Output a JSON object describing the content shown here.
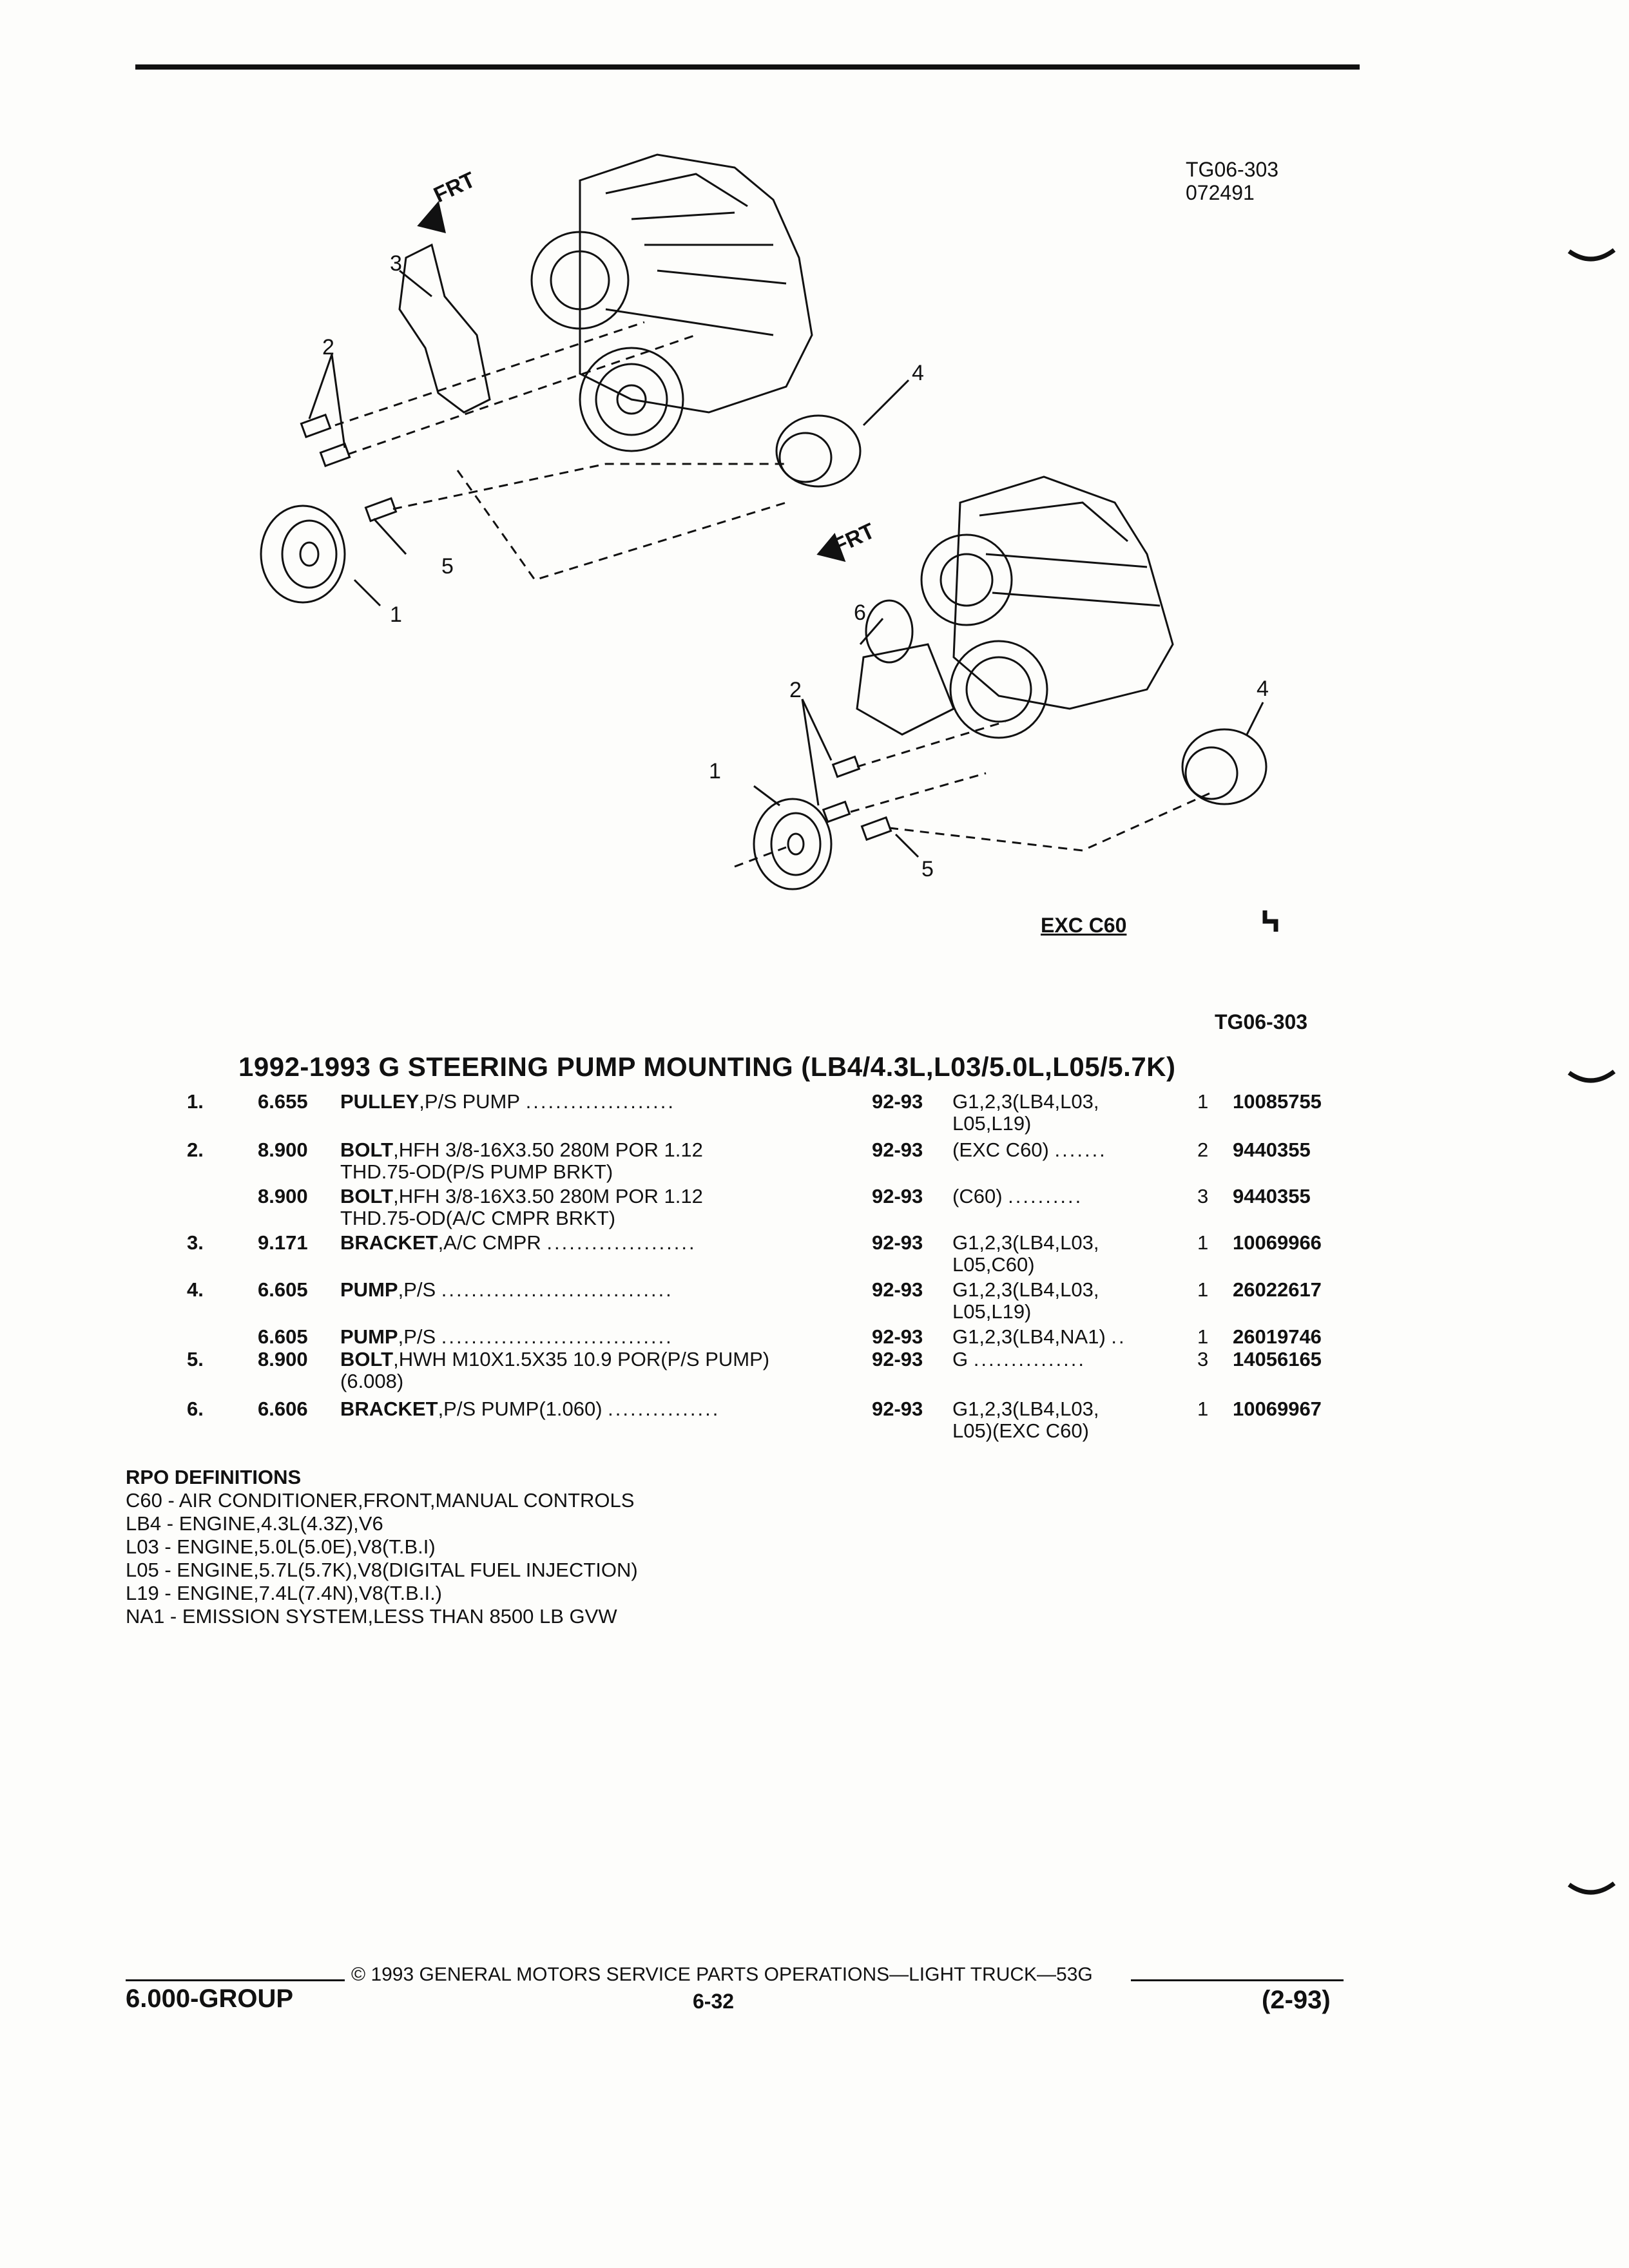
{
  "header": {
    "illustration_id": "TG06-303",
    "illustration_date": "072491"
  },
  "diagram": {
    "front_label_1": "FRT",
    "front_label_2": "FRT",
    "callouts_upper": [
      "1",
      "2",
      "3",
      "4",
      "5"
    ],
    "callouts_lower": [
      "1",
      "2",
      "4",
      "5",
      "6"
    ],
    "exc_label": "EXC C60"
  },
  "illustration_ref": "TG06-303",
  "title": "1992-1993 G STEERING PUMP MOUNTING (LB4/4.3L,L03/5.0L,L05/5.7K)",
  "rows": [
    {
      "num": "1.",
      "group": "6.655",
      "name": "PULLEY",
      "desc": ",P/S PUMP",
      "name2": "",
      "year": "92-93",
      "usage": "G1,2,3(LB4,L03,",
      "usage2": "L05,L19)",
      "qty": "1",
      "part": "10085755"
    },
    {
      "num": "2.",
      "group": "8.900",
      "name": "BOLT",
      "desc": ",HFH 3/8-16X3.50 280M POR 1.12",
      "name2": "THD.75-OD(P/S PUMP BRKT)",
      "year": "92-93",
      "usage": "(EXC C60)",
      "usage2": "",
      "qty": "2",
      "part": "9440355"
    },
    {
      "num": "",
      "group": "8.900",
      "name": "BOLT",
      "desc": ",HFH 3/8-16X3.50 280M POR 1.12",
      "name2": "THD.75-OD(A/C CMPR BRKT)",
      "year": "92-93",
      "usage": "(C60)",
      "usage2": "",
      "qty": "3",
      "part": "9440355"
    },
    {
      "num": "3.",
      "group": "9.171",
      "name": "BRACKET",
      "desc": ",A/C CMPR",
      "name2": "",
      "year": "92-93",
      "usage": "G1,2,3(LB4,L03,",
      "usage2": "L05,C60)",
      "qty": "1",
      "part": "10069966"
    },
    {
      "num": "4.",
      "group": "6.605",
      "name": "PUMP",
      "desc": ",P/S",
      "name2": "",
      "year": "92-93",
      "usage": "G1,2,3(LB4,L03,",
      "usage2": "L05,L19)",
      "qty": "1",
      "part": "26022617"
    },
    {
      "num": "",
      "group": "6.605",
      "name": "PUMP",
      "desc": ",P/S",
      "name2": "",
      "year": "92-93",
      "usage": "G1,2,3(LB4,NA1)",
      "usage2": "",
      "qty": "1",
      "part": "26019746"
    },
    {
      "num": "5.",
      "group": "8.900",
      "name": "BOLT",
      "desc": ",HWH M10X1.5X35 10.9 POR(P/S PUMP)",
      "name2": "(6.008)",
      "year": "92-93",
      "usage": "G",
      "usage2": "",
      "qty": "3",
      "part": "14056165"
    },
    {
      "num": "6.",
      "group": "6.606",
      "name": "BRACKET",
      "desc": ",P/S PUMP(1.060)",
      "name2": "",
      "year": "92-93",
      "usage": "G1,2,3(LB4,L03,",
      "usage2": "L05)(EXC C60)",
      "qty": "1",
      "part": "10069967"
    }
  ],
  "rpo": {
    "heading": "RPO DEFINITIONS",
    "items": [
      "C60 - AIR CONDITIONER,FRONT,MANUAL CONTROLS",
      "LB4 - ENGINE,4.3L(4.3Z),V6",
      "L03 - ENGINE,5.0L(5.0E),V8(T.B.I)",
      "L05 - ENGINE,5.7L(5.7K),V8(DIGITAL FUEL INJECTION)",
      "L19 - ENGINE,7.4L(7.4N),V8(T.B.I.)",
      "NA1 - EMISSION SYSTEM,LESS THAN 8500 LB GVW"
    ]
  },
  "footer": {
    "copyright": "© 1993 GENERAL MOTORS SERVICE PARTS OPERATIONS—LIGHT TRUCK—53G",
    "group": "6.000-GROUP",
    "page": "6-32",
    "date": "(2-93)"
  },
  "colors": {
    "ink": "#111111",
    "paper": "#fdfdfb"
  }
}
